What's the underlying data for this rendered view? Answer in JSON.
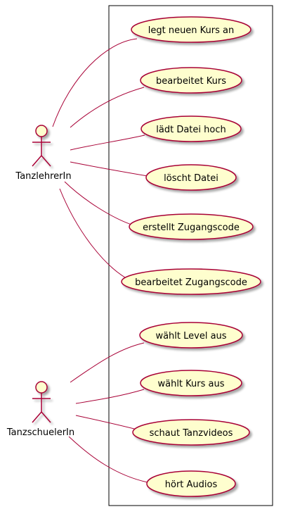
{
  "actors": [
    {
      "id": "lehrer",
      "label": "TanzlehrerIn"
    },
    {
      "id": "schueler",
      "label": "TanzschuelerIn"
    }
  ],
  "use_cases": [
    {
      "id": "uc1",
      "label": "legt neuen Kurs an",
      "actor": "lehrer"
    },
    {
      "id": "uc2",
      "label": "bearbeitet Kurs",
      "actor": "lehrer"
    },
    {
      "id": "uc3",
      "label": "lädt Datei hoch",
      "actor": "lehrer"
    },
    {
      "id": "uc4",
      "label": "löscht Datei",
      "actor": "lehrer"
    },
    {
      "id": "uc5",
      "label": "erstellt Zugangscode",
      "actor": "lehrer"
    },
    {
      "id": "uc6",
      "label": "bearbeitet Zugangscode",
      "actor": "lehrer"
    },
    {
      "id": "uc7",
      "label": "wählt Level aus",
      "actor": "schueler"
    },
    {
      "id": "uc8",
      "label": "wählt Kurs aus",
      "actor": "schueler"
    },
    {
      "id": "uc9",
      "label": "schaut Tanzvideos",
      "actor": "schueler"
    },
    {
      "id": "uc10",
      "label": "hört Audios",
      "actor": "schueler"
    }
  ],
  "colors": {
    "actor_stroke": "#a80036",
    "actor_fill": "#fefece",
    "usecase_fill": "#fefece",
    "usecase_stroke": "#a80036",
    "edge": "#a80036",
    "boundary": "#000000"
  }
}
